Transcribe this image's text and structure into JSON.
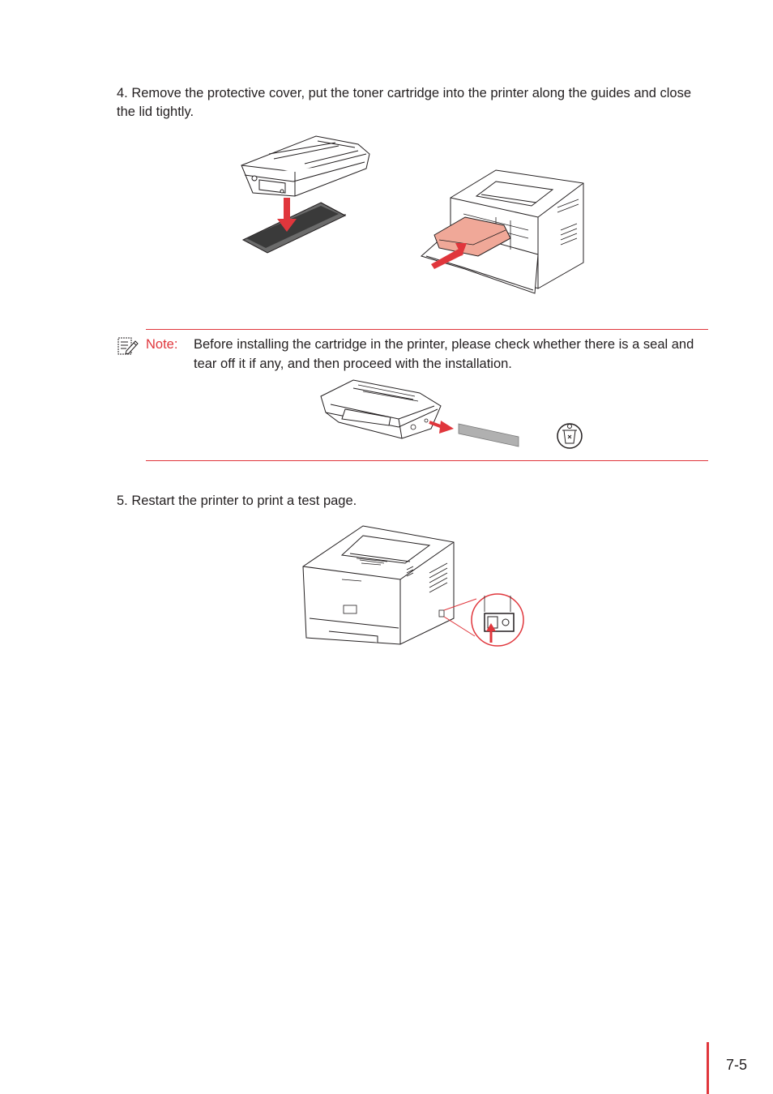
{
  "step4": {
    "text": "4. Remove the protective cover, put the toner cartridge into the printer along the guides and close the lid tightly."
  },
  "note": {
    "label": "Note:",
    "text": "Before installing the cartridge in the printer, please check whether there is a seal and tear off it if any, and then proceed with the installation."
  },
  "step5": {
    "text": "5. Restart the printer to print a test page."
  },
  "footer": {
    "page_number": "7-5"
  },
  "icons": {
    "note": "note-pencil-icon",
    "recycle": "recycle-bin-icon"
  },
  "colors": {
    "accent_red": "#e0363c",
    "cartridge_highlight": "#f0a898",
    "text": "#231f20"
  }
}
